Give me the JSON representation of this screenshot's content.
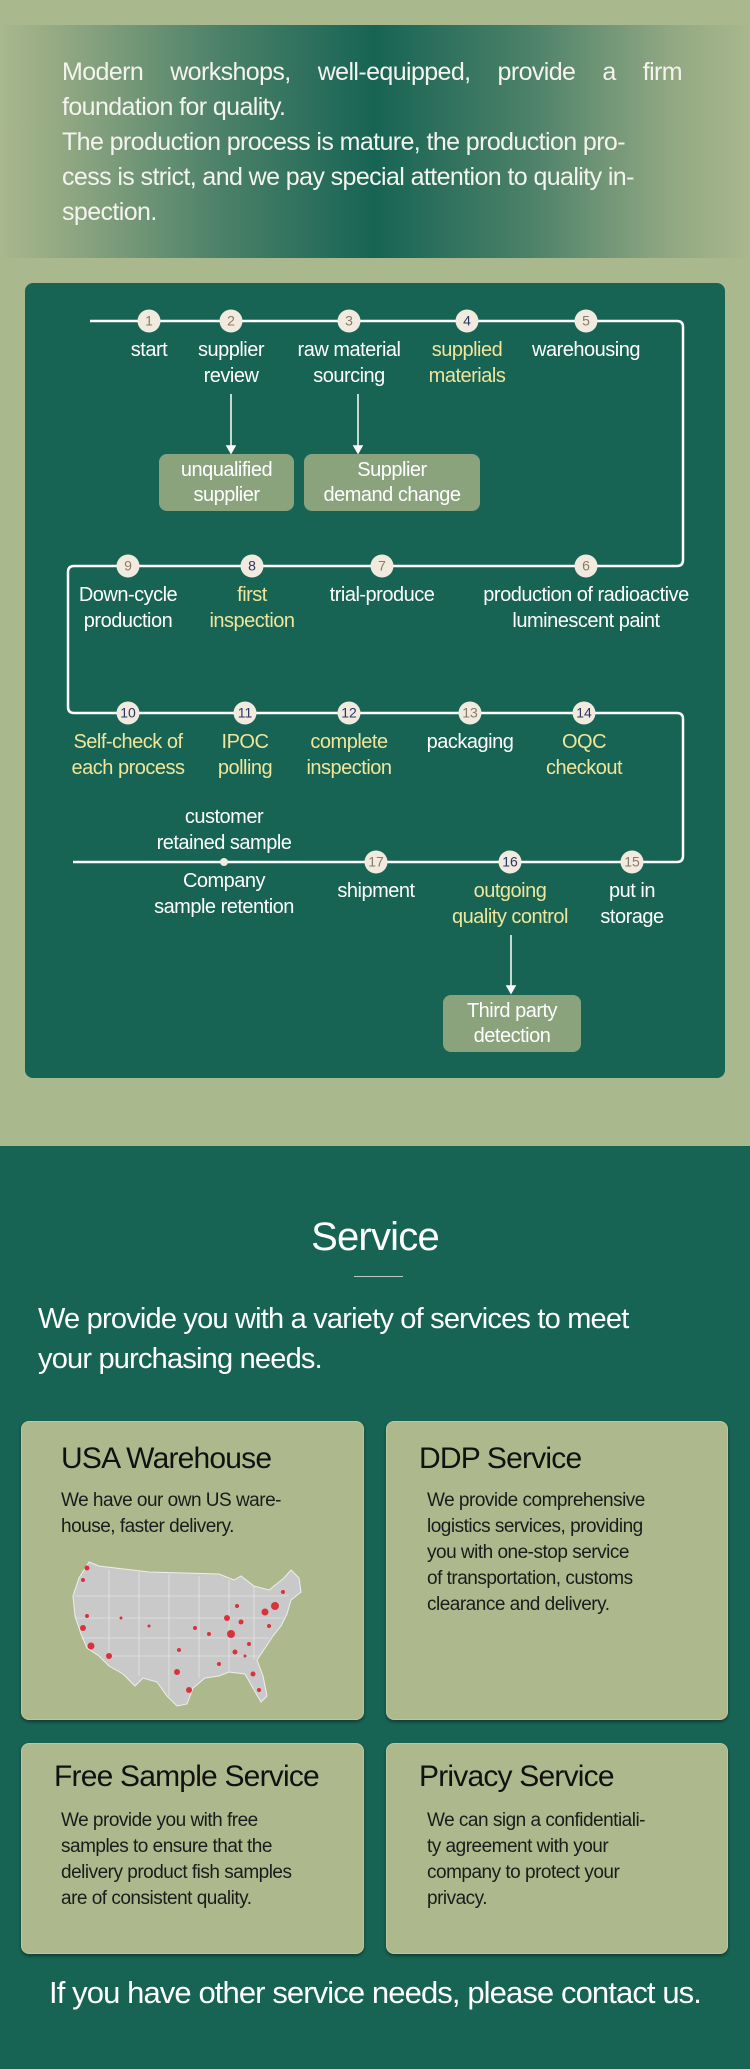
{
  "intro": {
    "lines": [
      "Modern workshops, well-equipped, provide a firm",
      "foundation for quality.",
      "The production process is mature, the production pro-",
      "cess is strict, and we pay special attention to quality in-",
      "spection."
    ]
  },
  "flow": {
    "nodes": [
      {
        "num": "1",
        "label": [
          "start"
        ],
        "highlight": false
      },
      {
        "num": "2",
        "label": [
          "supplier",
          "review"
        ],
        "highlight": false
      },
      {
        "num": "3",
        "label": [
          "raw material",
          "sourcing"
        ],
        "highlight": false
      },
      {
        "num": "4",
        "label": [
          "supplied",
          "materials"
        ],
        "highlight": true
      },
      {
        "num": "5",
        "label": [
          "warehousing"
        ],
        "highlight": false
      },
      {
        "num": "6",
        "label": [
          "production of radioactive",
          "luminescent paint"
        ],
        "highlight": false
      },
      {
        "num": "7",
        "label": [
          "trial-produce"
        ],
        "highlight": false
      },
      {
        "num": "8",
        "label": [
          "first",
          "inspection"
        ],
        "highlight": true
      },
      {
        "num": "9",
        "label": [
          "Down-cycle",
          "production"
        ],
        "highlight": false
      },
      {
        "num": "10",
        "label": [
          "Self-check of",
          "each process"
        ],
        "highlight": true
      },
      {
        "num": "11",
        "label": [
          "IPOC",
          "polling"
        ],
        "highlight": true
      },
      {
        "num": "12",
        "label": [
          "complete",
          "inspection"
        ],
        "highlight": true
      },
      {
        "num": "13",
        "label": [
          "packaging"
        ],
        "highlight": false
      },
      {
        "num": "14",
        "label": [
          "OQC",
          "checkout"
        ],
        "highlight": true
      },
      {
        "num": "15",
        "label": [
          "put in",
          "storage"
        ],
        "highlight": false
      },
      {
        "num": "16",
        "label": [
          "outgoing",
          "quality control"
        ],
        "highlight": true
      },
      {
        "num": "17",
        "label": [
          "shipment"
        ],
        "highlight": false
      }
    ],
    "sample": {
      "above": [
        "customer",
        "retained sample"
      ],
      "below": [
        "Company",
        "sample retention"
      ]
    },
    "boxes": [
      {
        "lines": [
          "unqualified",
          "supplier"
        ]
      },
      {
        "lines": [
          "Supplier",
          "demand change"
        ]
      },
      {
        "lines": [
          "Third party",
          "detection"
        ]
      }
    ]
  },
  "service": {
    "title": "Service",
    "subtitle": [
      "We provide you with a variety of services to meet",
      "your purchasing needs."
    ],
    "cards": [
      {
        "title": "USA Warehouse",
        "desc": [
          "We have our own US ware-",
          "house, faster delivery."
        ]
      },
      {
        "title": "DDP Service",
        "desc": [
          "We provide comprehensive",
          "logistics services, providing",
          "you with one-stop service",
          "of transportation, customs",
          "clearance and delivery."
        ]
      },
      {
        "title": "Free Sample Service",
        "desc": [
          "We provide you with free",
          "samples to ensure that the",
          "delivery product fish samples",
          "are of consistent quality."
        ]
      },
      {
        "title": "Privacy Service",
        "desc": [
          "We can sign a confidentiali-",
          "ty agreement with your",
          "company to protect your",
          "privacy."
        ]
      }
    ],
    "footer": "If you have other service needs, please contact us."
  },
  "colors": {
    "khaki": "#a9b88d",
    "green": "#176454",
    "highlight": "#efe59b",
    "box": "#8aa37d"
  }
}
